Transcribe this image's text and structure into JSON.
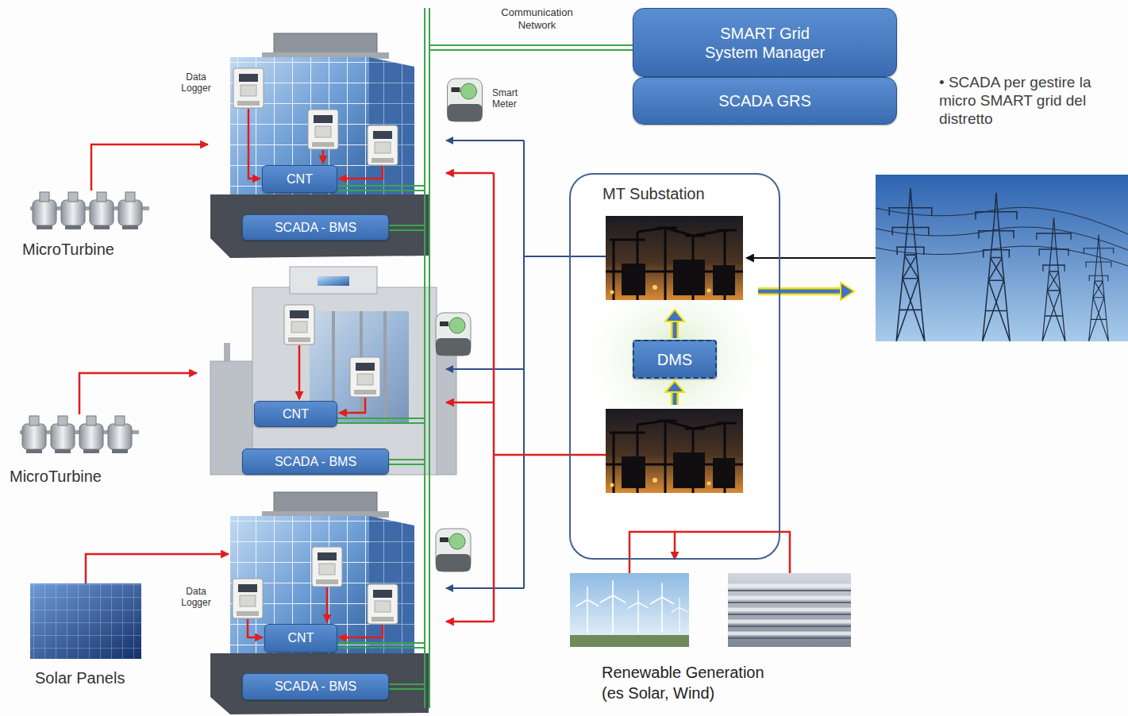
{
  "diagram": {
    "nodes": [
      {
        "text": [
          "SMART Grid System Manager"
        ]
      },
      {
        "text": [
          "SCADA GRS"
        ]
      },
      {
        "text": [
          "CNT"
        ]
      },
      {
        "text": [
          "SCADA - BMS"
        ]
      },
      {
        "text": [
          "MT Substation"
        ]
      },
      {
        "text": [
          "DMS"
        ],
        "in": 4
      },
      {
        "text": [
          "CNT"
        ]
      },
      {
        "text": [
          "SCADA - BMS"
        ]
      },
      {
        "text": [
          "CNT"
        ]
      },
      {
        "text": [
          "SCADA - BMS"
        ]
      },
      {
        "text": [
          "Renewable Generation (es Solar, Wind)"
        ]
      }
    ],
    "edges": [
      {
        "from": 10,
        "to": 4,
        "arrow": "to"
      }
    ],
    "labels": [
      "Communication Network",
      "Data Logger",
      "Smart Meter",
      "• SCADA per gestire la micro SMART grid del distretto",
      "MicroTurbine",
      "MicroTurbine",
      "Data Logger",
      "Solar Panels"
    ]
  }
}
